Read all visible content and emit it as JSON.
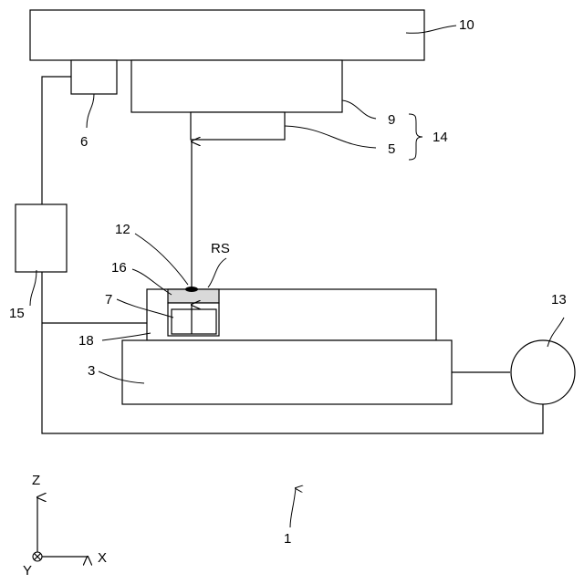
{
  "labels": {
    "device": "1",
    "stage": "3",
    "sensor5": "5",
    "sensor6": "6",
    "unit7": "7",
    "holder9": "9",
    "frame10": "10",
    "mark12": "12",
    "motor13": "13",
    "group14": "14",
    "controller15": "15",
    "window16": "16",
    "base18": "18",
    "rs": "RS"
  },
  "axes": {
    "z": "Z",
    "x": "X",
    "y": "Y"
  },
  "colors": {
    "line": "#000000",
    "window_fill": "#d9d9d9",
    "background": "#ffffff"
  }
}
